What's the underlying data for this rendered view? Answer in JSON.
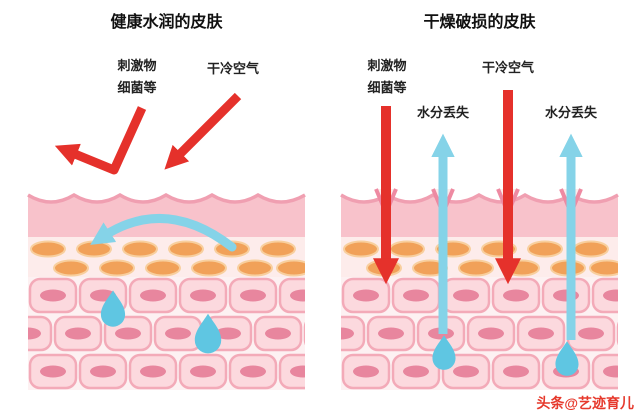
{
  "left": {
    "title": "健康水润的皮肤",
    "irritants_line1": "刺激物",
    "irritants_line2": "细菌等",
    "cold_air": "干冷空气"
  },
  "right": {
    "title": "干燥破损的皮肤",
    "irritants_line1": "刺激物",
    "irritants_line2": "细菌等",
    "cold_air": "干冷空气",
    "water_loss_1": "水分丢失",
    "water_loss_2": "水分丢失"
  },
  "watermark": "头条@艺迹育儿",
  "colors": {
    "red": "#e5312b",
    "arrow_blue": "#85d3e8",
    "droplet_blue": "#5fc6e2",
    "skin_top_pink": "#f8c2cb",
    "skin_edge_pink": "#f09fb1",
    "cell_fill": "#fcd9de",
    "cell_stroke": "#f3aab8",
    "nucleus_pink": "#e8869e",
    "oval_orange": "#f1a159",
    "watermark_red": "#e6392c"
  }
}
